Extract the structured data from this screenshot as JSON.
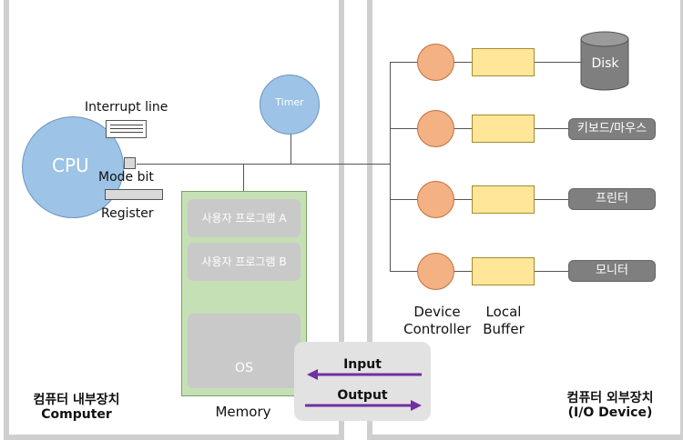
{
  "computer": {
    "cpu_label": "CPU",
    "interrupt_label": "Interrupt line",
    "mode_bit_label": "Mode bit",
    "register_label": "Register",
    "timer_label": "Timer",
    "panel_title_ko": "컴퓨터 내부장치",
    "panel_title_en": "Computer"
  },
  "memory": {
    "label": "Memory",
    "programs": [
      "사용자 프로그램 A",
      "사용자 프로그램 B"
    ],
    "os_label": "OS"
  },
  "io": {
    "input_label": "Input",
    "output_label": "Output"
  },
  "devices": {
    "items": [
      "Disk",
      "키보드/마우스",
      "프린터",
      "모니터"
    ],
    "controller_label_1": "Device",
    "controller_label_2": "Controller",
    "buffer_label_1": "Local",
    "buffer_label_2": "Buffer",
    "panel_title_ko": "컴퓨터 외부장치",
    "panel_title_en": "(I/O Device)"
  },
  "colors": {
    "cpu": "#9dc3e6",
    "memory": "#c5e0b4",
    "controller": "#f4b183",
    "buffer": "#ffe699",
    "device": "#7f7f7f",
    "arrow": "#7030a0",
    "panel_border": "#cfcfcf"
  }
}
